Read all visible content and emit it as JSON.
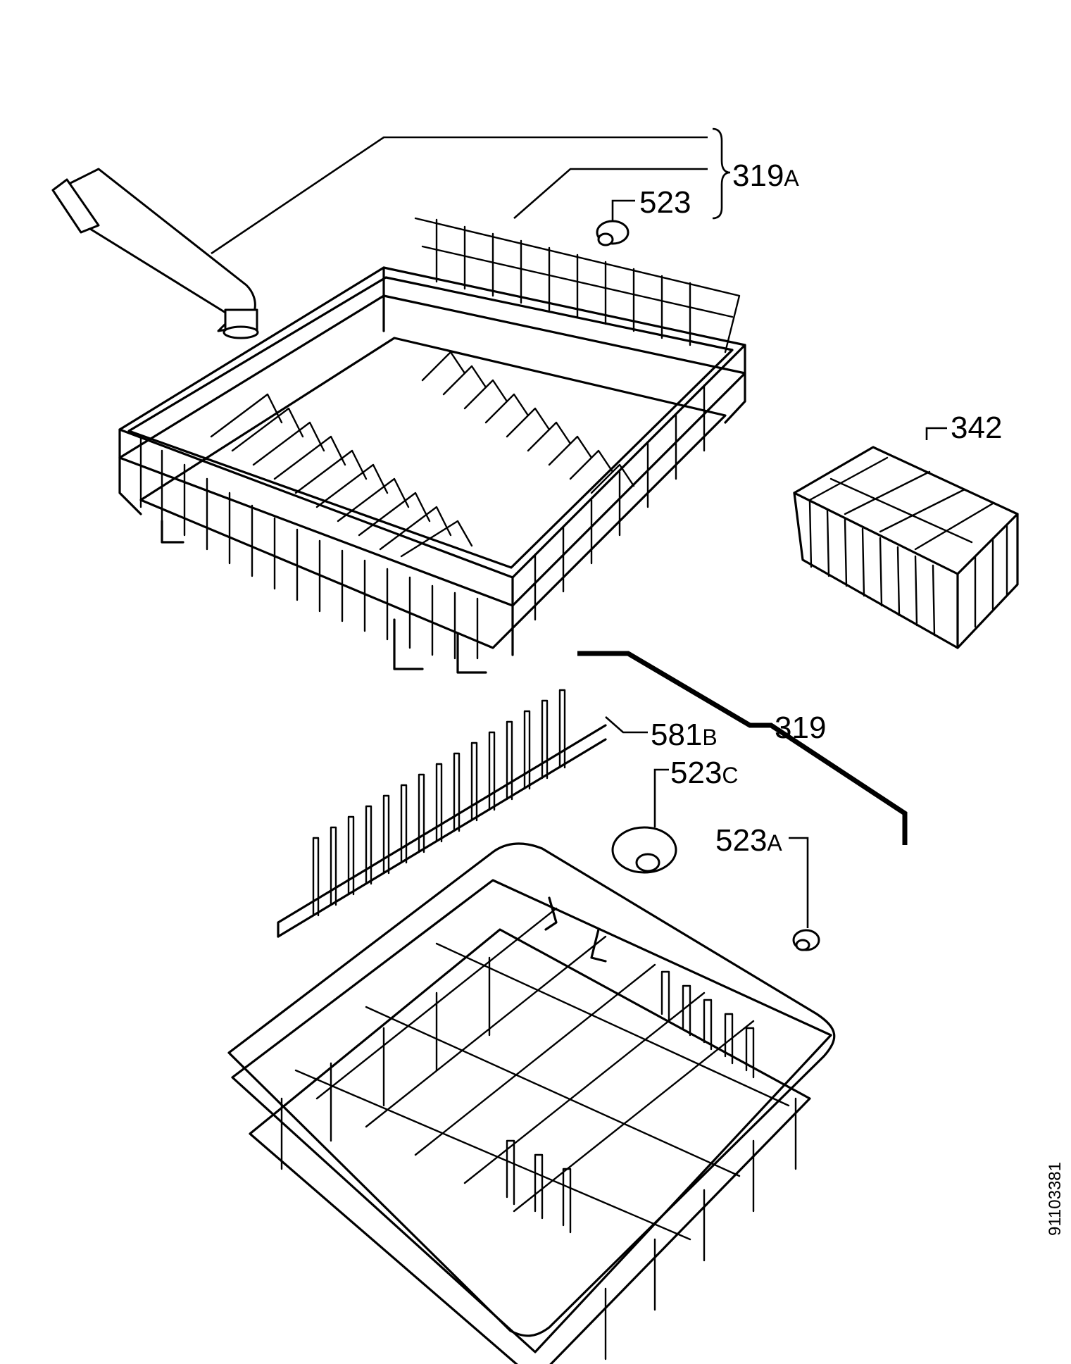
{
  "labels": {
    "upper_basket_assembly": {
      "num": "319",
      "suffix": "A"
    },
    "upper_wheel": {
      "num": "523",
      "suffix": ""
    },
    "cutlery_basket": {
      "num": "342",
      "suffix": ""
    },
    "lower_basket": {
      "num": "319",
      "suffix": ""
    },
    "plate_rack": {
      "num": "581",
      "suffix": "B"
    },
    "lower_wheel_c": {
      "num": "523",
      "suffix": "C"
    },
    "lower_wheel_a": {
      "num": "523",
      "suffix": "A"
    }
  },
  "drawing_number": "91103381"
}
